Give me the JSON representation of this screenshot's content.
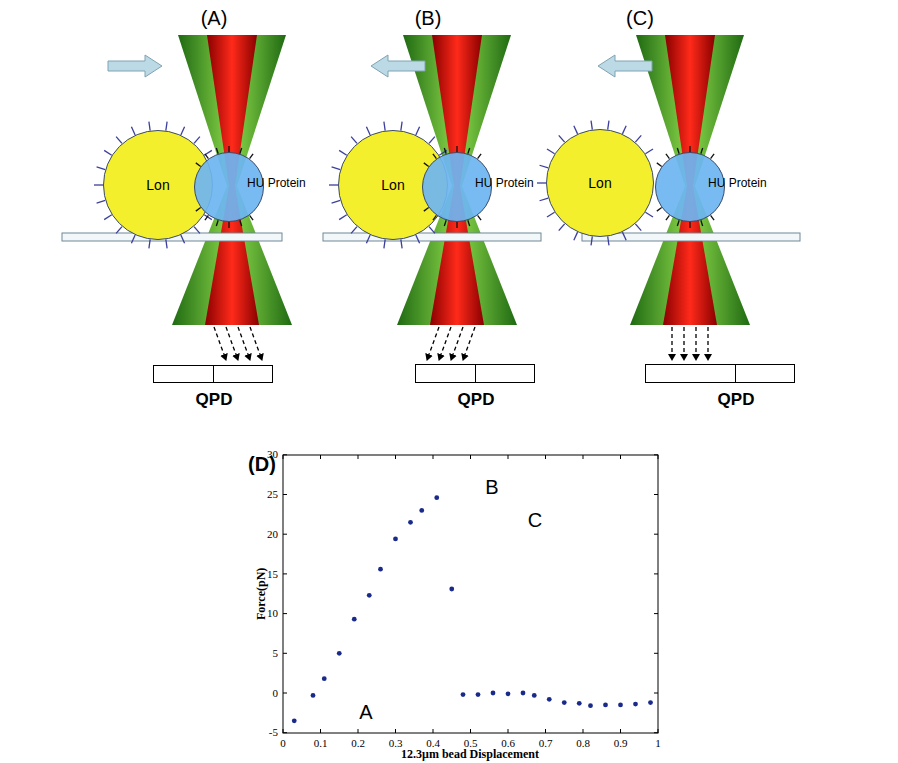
{
  "diagram": {
    "nodes": [
      {
        "text": [
          "Lon"
        ]
      },
      {
        "text": [
          "HU Protein"
        ]
      },
      {
        "text": [
          "QPD"
        ]
      },
      {
        "text": [
          "Lon"
        ]
      },
      {
        "text": [
          "HU Protein"
        ]
      },
      {
        "text": [
          "QPD"
        ]
      },
      {
        "text": [
          "Lon"
        ]
      },
      {
        "text": [
          "HU Protein"
        ]
      },
      {
        "text": [
          "QPD"
        ]
      }
    ],
    "labels": [
      "(A)",
      "(B)",
      "(C)",
      "(D)",
      "-5",
      "0",
      "5",
      "10",
      "15",
      "20",
      "25",
      "30",
      "0",
      "0.1",
      "0.2",
      "0.3",
      "0.4",
      "0.5",
      "0.6",
      "0.7",
      "0.8",
      "0.9",
      "1",
      "Force(pN)",
      "12.3μm bead Displacement",
      "A",
      "B",
      "C"
    ]
  }
}
